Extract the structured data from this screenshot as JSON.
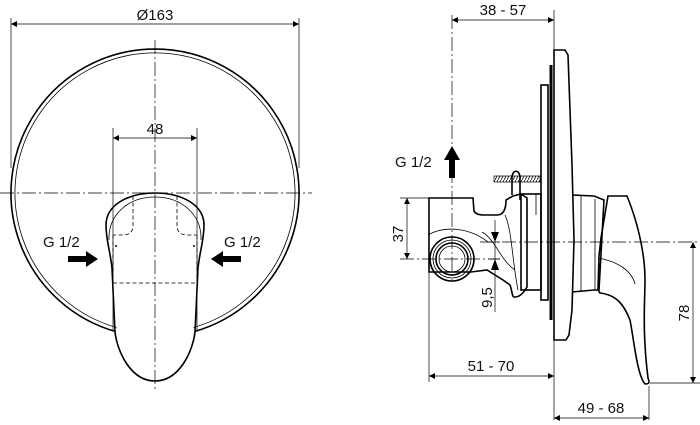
{
  "drawing": {
    "front_view": {
      "dimensions": {
        "diameter": "Ø163",
        "handle_width": "48"
      },
      "inlet_left": "G 1/2",
      "inlet_right": "G 1/2"
    },
    "side_view": {
      "dimensions": {
        "wall_depth": "38 - 57",
        "inlet_height": "37",
        "offset": "9,5",
        "body_depth": "51 - 70",
        "projection": "49 - 68",
        "handle_height": "78"
      },
      "outlet": "G 1/2"
    }
  }
}
